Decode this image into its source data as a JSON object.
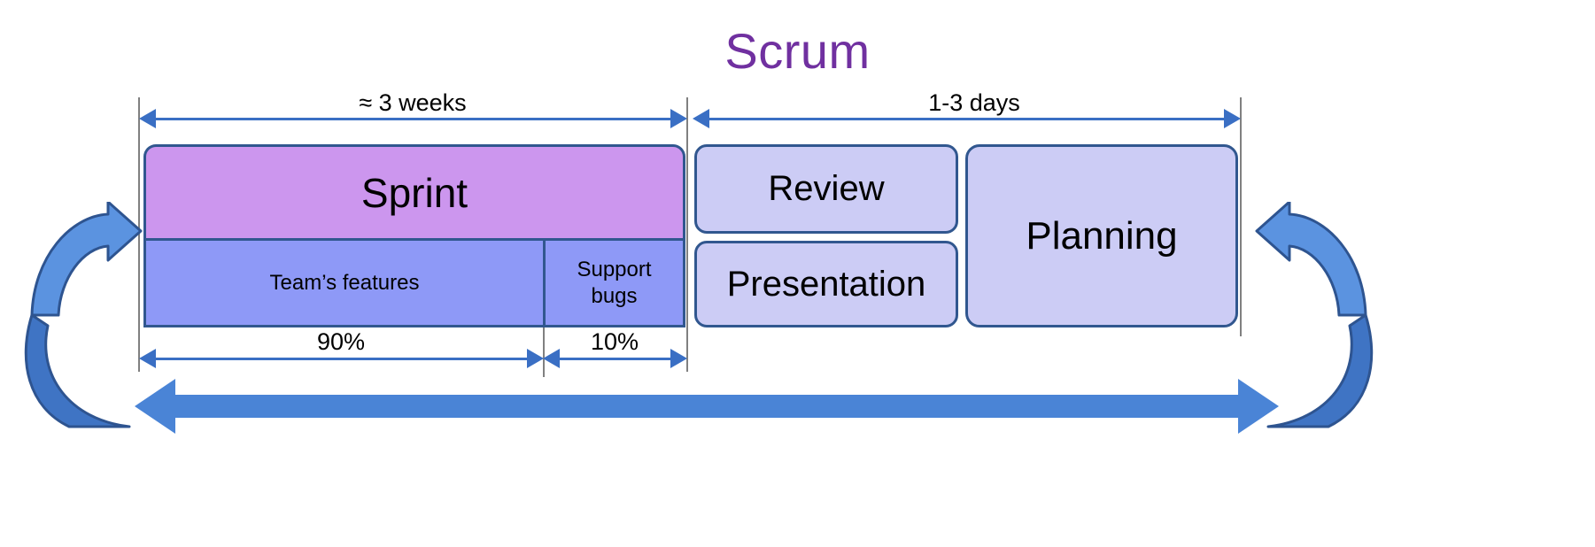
{
  "title": "Scrum",
  "colors": {
    "title": "#7030A0",
    "sprint_fill": "#CC96EE",
    "subcell_fill": "#8E99F7",
    "event_fill": "#CCCCF5",
    "box_border": "#31578F",
    "dimension_arrow": "#3A6FC4",
    "cycle_arrow": "#4A84D6",
    "cycle_arrow_shadow": "#3A6FC4",
    "tick_line": "#808080"
  },
  "dimensions": {
    "sprint_duration": "≈ 3 weeks",
    "events_duration": "1-3 days",
    "features_share": "90%",
    "bugs_share": "10%"
  },
  "blocks": {
    "sprint": "Sprint",
    "team_features": "Team’s features",
    "support_bugs_line1": "Support",
    "support_bugs_line2": "bugs",
    "review": "Review",
    "presentation": "Presentation",
    "planning": "Planning"
  },
  "icons": {
    "left_cycle": "curved-arrow-icon",
    "right_cycle": "curved-arrow-icon",
    "bottom_cycle": "double-headed-arrow-icon"
  }
}
